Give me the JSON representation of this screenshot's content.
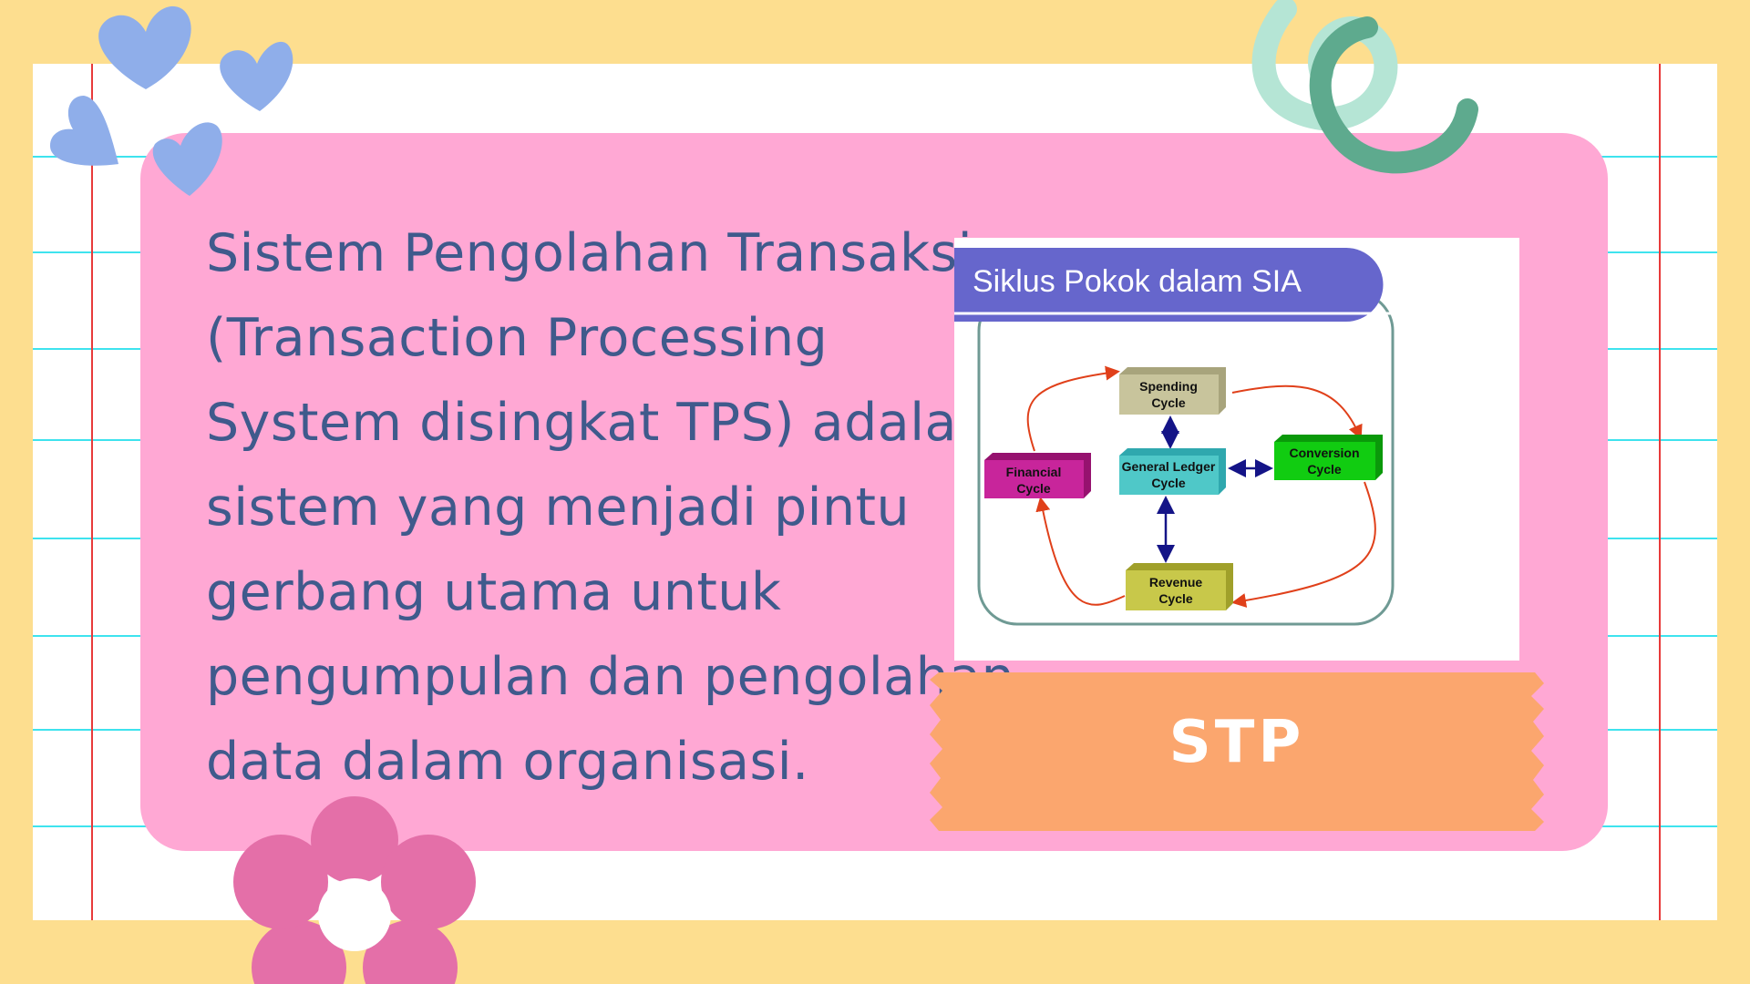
{
  "paragraph": {
    "lines": [
      "Sistem Pengolahan Transaksi",
      "(Transaction Processing",
      "System disingkat TPS) adalah",
      "sistem yang menjadi pintu",
      "gerbang utama untuk",
      "pengumpulan dan pengolahan",
      "data dalam organisasi."
    ]
  },
  "diagram": {
    "title": "Siklus Pokok dalam SIA",
    "boxes": {
      "spending": [
        "Spending",
        "Cycle"
      ],
      "general_ledger": [
        "General Ledger",
        "Cycle"
      ],
      "conversion": [
        "Conversion",
        "Cycle"
      ],
      "financial": [
        "Financial",
        "Cycle"
      ],
      "revenue": [
        "Revenue",
        "Cycle"
      ]
    },
    "colors": {
      "title_bar": "#6666CC",
      "spending": "#C8C49C",
      "general_ledger": "#4FC8C8",
      "conversion": "#11CC11",
      "financial": "#C8259B",
      "revenue": "#C8C84A",
      "flow_arrow": "#E0401A",
      "link_arrow": "#141487"
    }
  },
  "banner": {
    "label": "STP"
  },
  "colors": {
    "background": "#FDDE8F",
    "card": "#FFA8D4",
    "text": "#3F5A8C",
    "banner": "#FBA66E"
  }
}
